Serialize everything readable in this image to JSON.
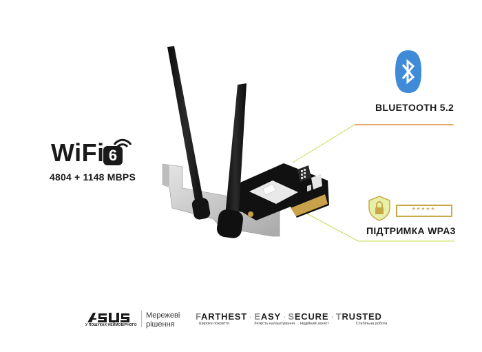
{
  "wifi": {
    "word": "WiFi",
    "badge": "6",
    "speed": "4804 + 1148 MBPS"
  },
  "bluetooth": {
    "label": "BLUETOOTH 5.2",
    "icon": "bluetooth-icon",
    "color": "#3f8bd8"
  },
  "security": {
    "label": "ПІДТРИМКА WPA3",
    "password_mask": "*****",
    "icon": "lock-shield-icon",
    "accent": "#c9a84a"
  },
  "footer": {
    "brand_slogan": "У ПОШУКАХ НЕЙМОВІРНОГО",
    "tagline_line1": "Мережеві",
    "tagline_line2": "рішення",
    "values": [
      {
        "first": "F",
        "rest": "ARTHEST",
        "sub": "Широке покриття"
      },
      {
        "first": "E",
        "rest": "ASY",
        "sub": "Легкість налаштування"
      },
      {
        "first": "S",
        "rest": "ECURE",
        "sub": "Надійний захист"
      },
      {
        "first": "T",
        "rest": "RUSTED",
        "sub": "Стабільна робота"
      }
    ],
    "separator": "·"
  },
  "colors": {
    "accent_orange": "#e08a3a",
    "accent_green": "#c8d84a",
    "pcb": "#111111",
    "bracket": "#c8c8c8"
  }
}
